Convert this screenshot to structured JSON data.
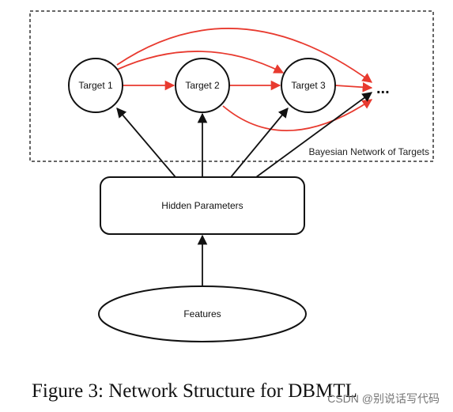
{
  "diagram": {
    "region_label": "Bayesian Network of Targets",
    "targets": [
      {
        "label": "Target 1"
      },
      {
        "label": "Target 2"
      },
      {
        "label": "Target 3"
      }
    ],
    "ellipsis": "...",
    "hidden_label": "Hidden Parameters",
    "features_label": "Features",
    "colors": {
      "red_edge": "#e83a2f",
      "black_edge": "#111111",
      "dashed_border": "#333333"
    }
  },
  "caption": "Figure 3: Network Structure for DBMTL",
  "watermark": "CSDN @别说话写代码"
}
